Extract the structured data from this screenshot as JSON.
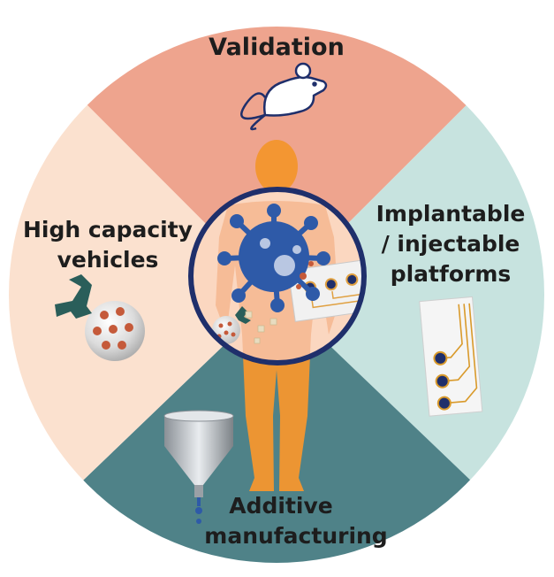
{
  "segments": {
    "validation": {
      "label": "Validation",
      "color": "#eea48e"
    },
    "implantable": {
      "lines": [
        "Implantable",
        "/ injectable",
        "platforms"
      ],
      "color": "#c7e3df"
    },
    "additive": {
      "lines": [
        "Additive",
        "manufacturing"
      ],
      "color": "#4f8288"
    },
    "high_capacity": {
      "lines": [
        "High capacity",
        "vehicles"
      ],
      "color": "#fbe1cf"
    }
  },
  "colors": {
    "body": "#f4962e",
    "ring": "#1f2f6b",
    "virus": "#2e5aa8",
    "particle": "#c55a3a",
    "antibody": "#2a5e5a"
  },
  "icons": [
    "mouse-icon",
    "virus-icon",
    "body-silhouette",
    "nanoparticle-icon",
    "implant-chip-icon",
    "nozzle-icon"
  ]
}
